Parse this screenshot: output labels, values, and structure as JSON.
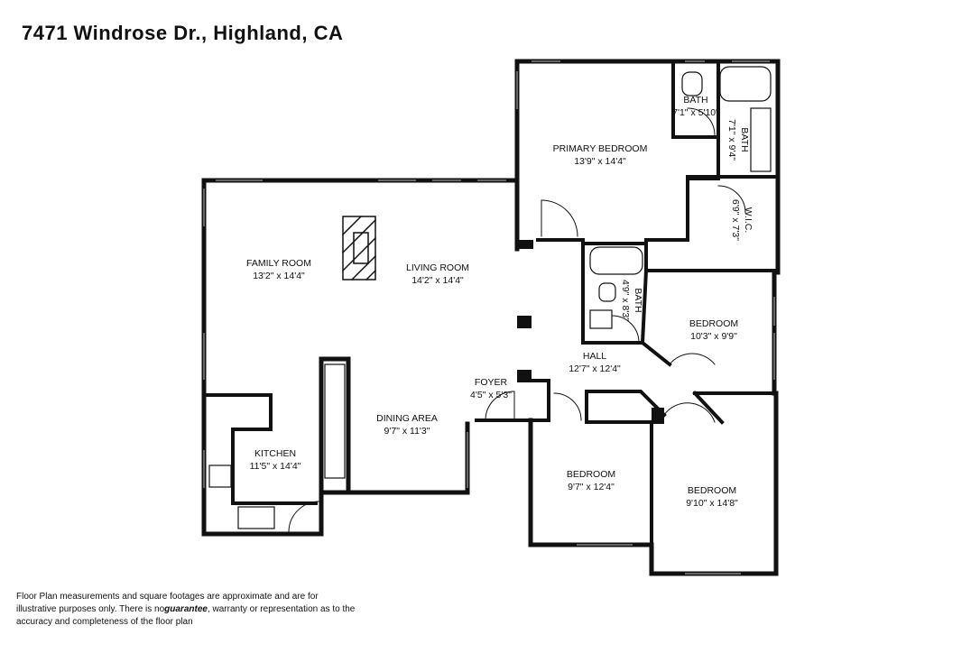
{
  "title": "7471 Windrose Dr., Highland, CA",
  "rooms": [
    {
      "name": "PRIMARY BEDROOM",
      "size": "13'9\" x 14'4\""
    },
    {
      "name": "BATH",
      "size": "7'1\" x 5'10\""
    },
    {
      "name": "BATH",
      "size": "7'1\" x 9'4\""
    },
    {
      "name": "W.I.C.",
      "size": "6'9\" x 7'3\""
    },
    {
      "name": "FAMILY ROOM",
      "size": "13'2\" x 14'4\""
    },
    {
      "name": "LIVING ROOM",
      "size": "14'2\" x 14'4\""
    },
    {
      "name": "BATH",
      "size": "4'9\" x 8'3\""
    },
    {
      "name": "BEDROOM",
      "size": "10'3\" x 9'9\""
    },
    {
      "name": "HALL",
      "size": "12'7\" x 12'4\""
    },
    {
      "name": "FOYER",
      "size": "4'5\" x 5'3\""
    },
    {
      "name": "DINING AREA",
      "size": "9'7\" x 11'3\""
    },
    {
      "name": "KITCHEN",
      "size": "11'5\" x 14'4\""
    },
    {
      "name": "BEDROOM",
      "size": "9'7\" x 12'4\""
    },
    {
      "name": "BEDROOM",
      "size": "9'10\" x 14'8\""
    }
  ],
  "disclaimer": {
    "part1": "Floor Plan measurements and square footages are approximate and are for illustrative purposes only. There is no",
    "emph": "guarantee",
    "part2": ", warranty or representation as to the accuracy and completeness of the floor plan"
  }
}
